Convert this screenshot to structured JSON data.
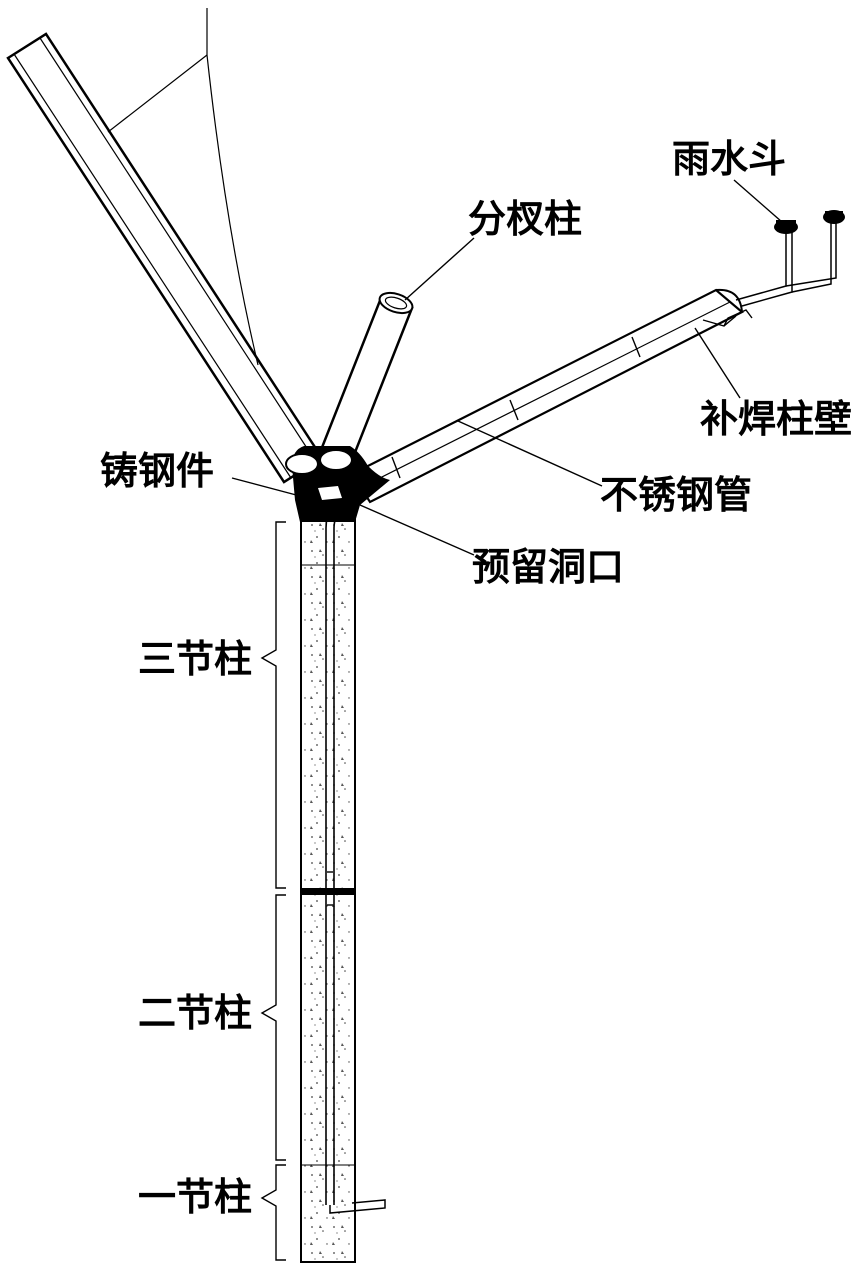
{
  "labels": {
    "rain_hopper": "雨水斗",
    "branch_column": "分杈柱",
    "weld_column_wall": "补焊柱壁",
    "stainless_pipe": "不锈钢管",
    "cast_steel": "铸钢件",
    "reserved_hole": "预留洞口",
    "section_three": "三节柱",
    "section_two": "二节柱",
    "section_one": "一节柱"
  }
}
